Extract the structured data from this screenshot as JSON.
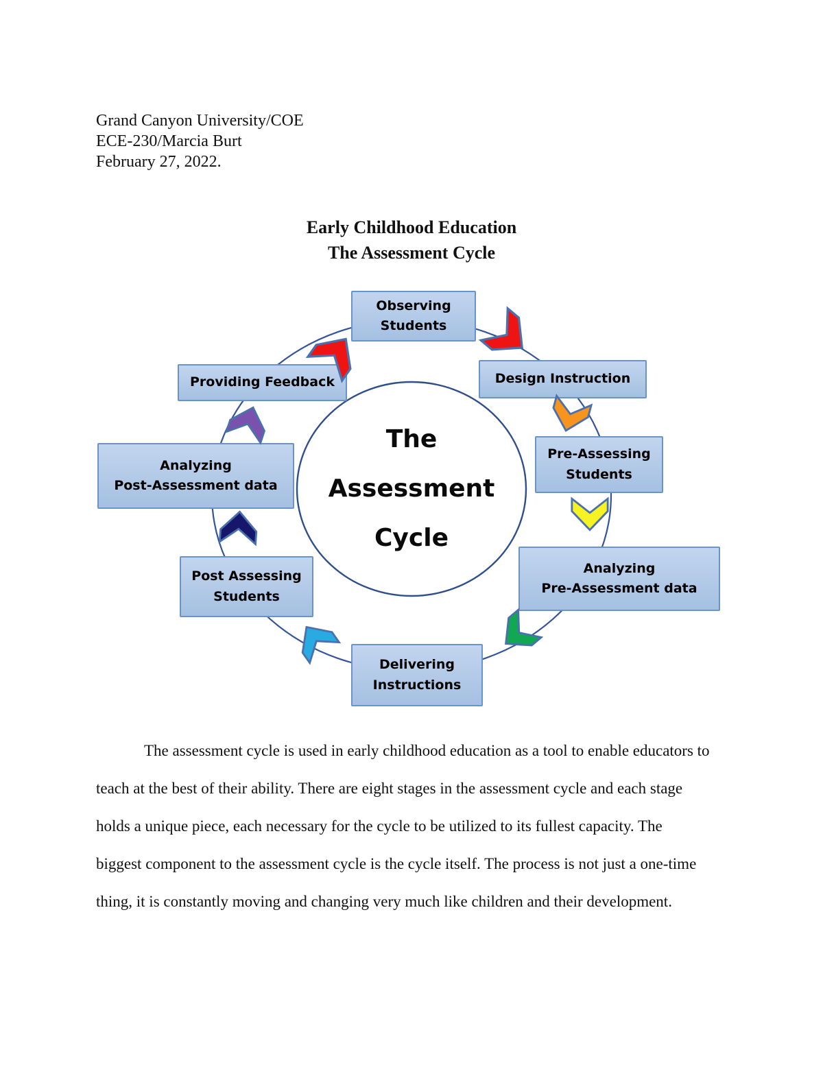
{
  "doc": {
    "header": [
      "Grand Canyon University/COE",
      "ECE-230/Marcia Burt",
      "February 27, 2022."
    ],
    "title": [
      "Early Childhood Education",
      "The Assessment Cycle"
    ],
    "body": [
      "The assessment cycle is used in early childhood education as a tool to enable educators to",
      "teach at the best of their ability. There are eight stages in the assessment cycle and each stage",
      "holds a unique piece, each necessary for the cycle to be utilized to its fullest capacity. The",
      "biggest component to the assessment cycle is the cycle itself. The process is not just a one-time",
      "thing, it is constantly moving and changing very much like children and their development."
    ]
  },
  "diagram": {
    "center": [
      "The",
      "Assessment",
      "Cycle"
    ],
    "stages": [
      {
        "id": "observing-students",
        "lines": [
          "Observing",
          "Students"
        ]
      },
      {
        "id": "design-instruction",
        "lines": [
          "Design Instruction"
        ]
      },
      {
        "id": "pre-assessing-students",
        "lines": [
          "Pre-Assessing",
          "Students"
        ]
      },
      {
        "id": "analyzing-pre-assessment",
        "lines": [
          "Analyzing",
          "Pre-Assessment data"
        ]
      },
      {
        "id": "delivering-instructions",
        "lines": [
          "Delivering",
          "Instructions"
        ]
      },
      {
        "id": "post-assessing-students",
        "lines": [
          "Post Assessing",
          "Students"
        ]
      },
      {
        "id": "analyzing-post-assessment",
        "lines": [
          "Analyzing",
          "Post-Assessment data"
        ]
      },
      {
        "id": "providing-feedback",
        "lines": [
          "Providing Feedback"
        ]
      }
    ],
    "colors": {
      "box_top": "#c2d5ee",
      "box_bottom": "#a5c0e2",
      "box_border": "#6b94c6",
      "line": "#34549a"
    },
    "arrow_colors": {
      "red": "#ee1414",
      "orange": "#f7941d",
      "yellow": "#f7f224",
      "green": "#12a753",
      "cyan": "#29abe2",
      "navy": "#16166b",
      "purple": "#7a52ae"
    }
  }
}
